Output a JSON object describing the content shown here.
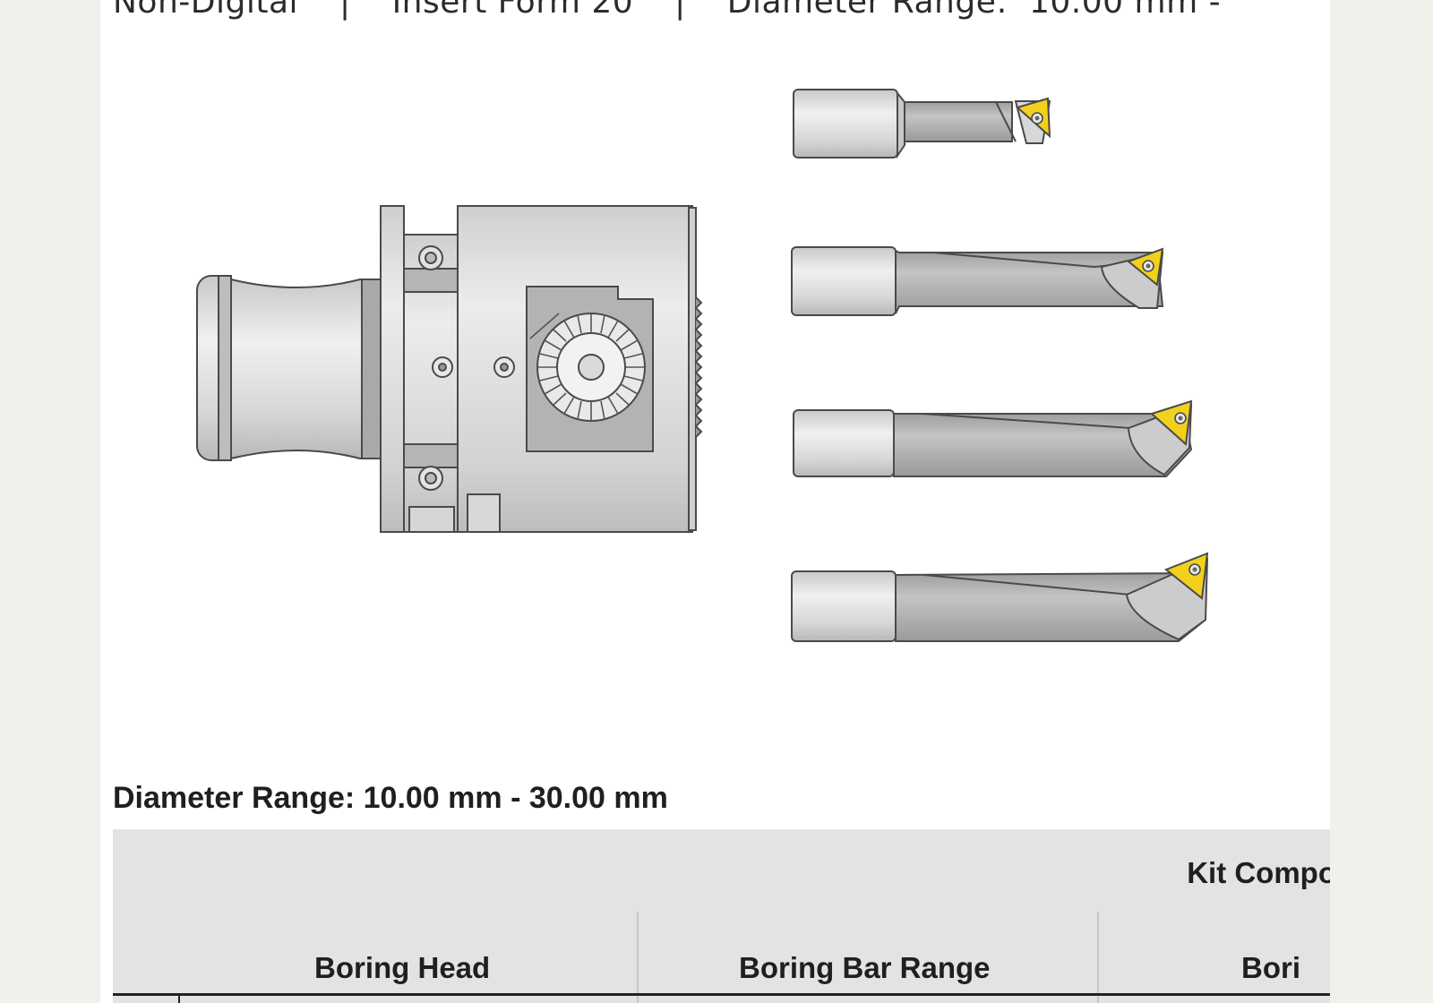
{
  "header": {
    "spec_type": "Non-Digital",
    "separator_1": "|",
    "insert_form": "Insert Form 20",
    "separator_2": "|",
    "diameter_label": "Diameter Range:",
    "diameter_value": "10.00 mm -"
  },
  "section": {
    "title": "Diameter Range: 10.00 mm - 30.00 mm"
  },
  "table": {
    "group_header": "Kit Compo",
    "columns": [
      "Boring Head",
      "Boring Bar Range",
      "Bori"
    ]
  },
  "colors": {
    "insert_yellow": "#f2d11d",
    "steel_light": "#dcdcdc",
    "steel_dark": "#a8a8a8",
    "table_bg": "#e4e3e3"
  }
}
